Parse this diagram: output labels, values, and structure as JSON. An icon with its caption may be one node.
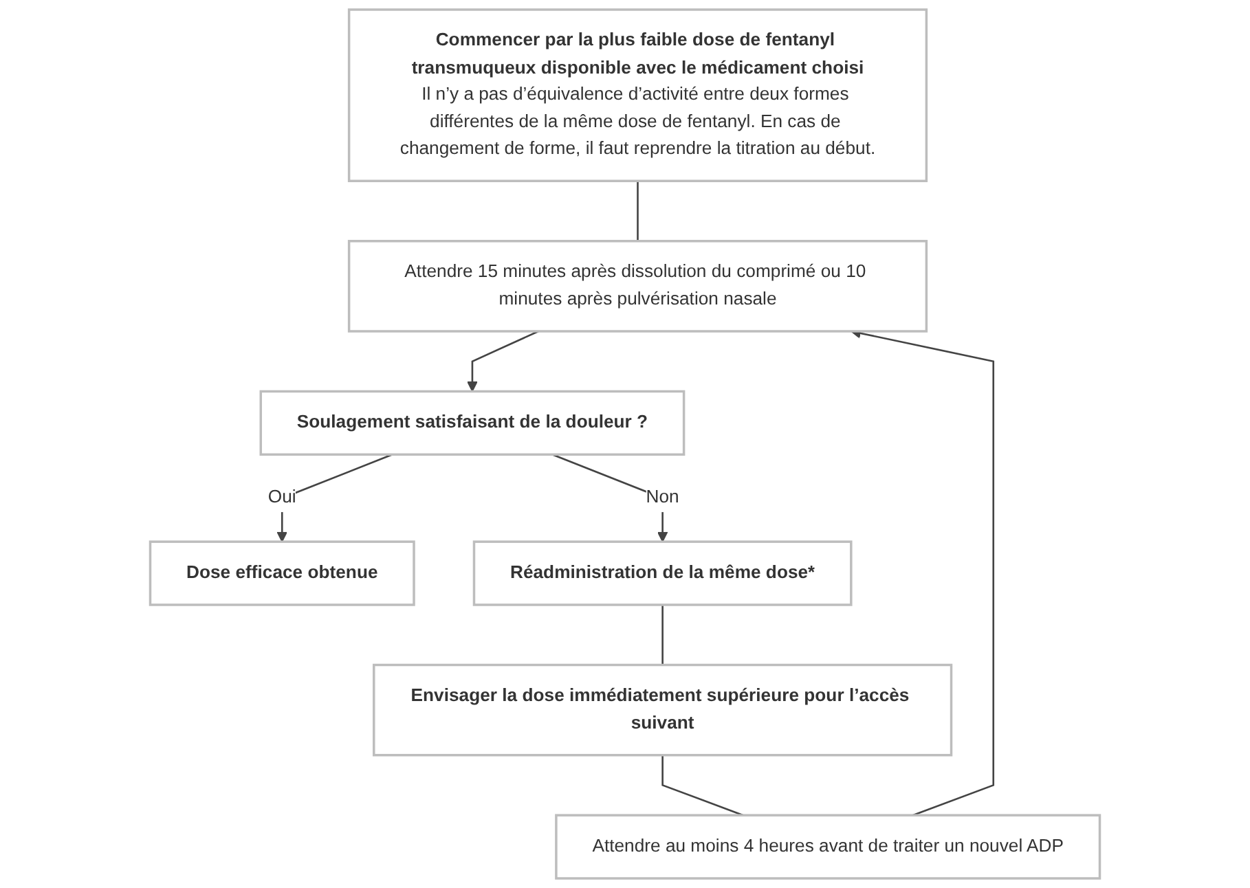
{
  "diagram": {
    "nodes": [
      {
        "text": [
          "Commencer par la plus faible dose de fentanyl transmuqueux disponible avec le médicament choisi",
          "Il n’y a pas d’équivalence d’activité entre deux formes différentes de la même dose de fentanyl. En cas de changement de forme, il faut reprendre la titration au début."
        ]
      },
      {
        "text": [
          "Attendre 15 minutes après dissolution du comprimé ou 10 minutes après pulvérisation nasale"
        ]
      },
      {
        "text": [
          "Attendre au moins 4 heures avant de traiter un nouvel ADP"
        ]
      },
      {
        "text": [
          "Soulagement satisfaisant de la douleur ?"
        ]
      },
      {
        "text": [
          "Dose efficace obtenue"
        ]
      },
      {
        "text": [
          "Réadministration de la même dose*"
        ]
      },
      {
        "text": [
          "Envisager la dose immédiatement supérieure pour l’accès suivant"
        ]
      }
    ],
    "edges": [
      {
        "from": 0,
        "to": 1,
        "arrow": "none"
      },
      {
        "from": 2,
        "to": 1,
        "arrow": "to"
      },
      {
        "from": 1,
        "to": 3,
        "arrow": "to"
      },
      {
        "from": 3,
        "to": 4,
        "label": "Oui",
        "arrow": "to"
      },
      {
        "from": 3,
        "to": 5,
        "label": "Non",
        "arrow": "to"
      },
      {
        "from": 5,
        "to": 6,
        "arrow": "none"
      },
      {
        "from": 6,
        "to": 2,
        "arrow": "none"
      }
    ]
  }
}
